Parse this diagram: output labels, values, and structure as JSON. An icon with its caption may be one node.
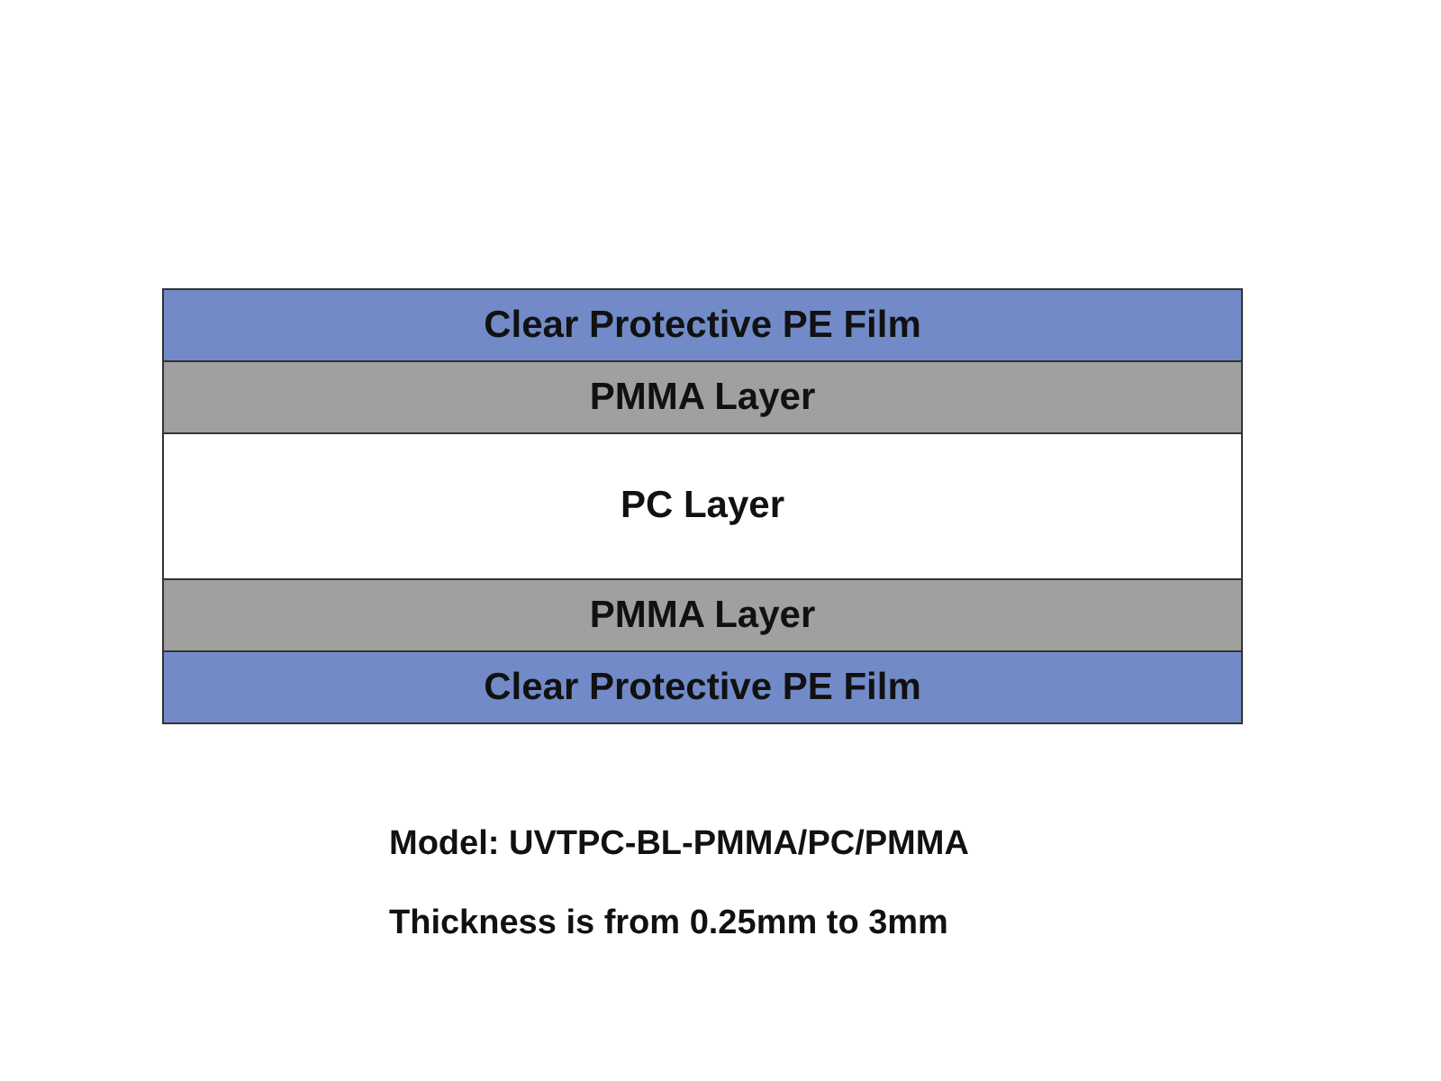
{
  "diagram": {
    "nodes": [
      {
        "text": [
          "Clear Protective PE Film"
        ]
      },
      {
        "text": [
          "PMMA Layer"
        ]
      },
      {
        "text": [
          "PC Layer"
        ]
      },
      {
        "text": [
          "PMMA Layer"
        ]
      },
      {
        "text": [
          "Clear Protective PE Film"
        ]
      }
    ],
    "labels": [
      "Model: UVTPC-BL-PMMA/PC/PMMA",
      "Thickness is from 0.25mm to 3mm"
    ]
  }
}
